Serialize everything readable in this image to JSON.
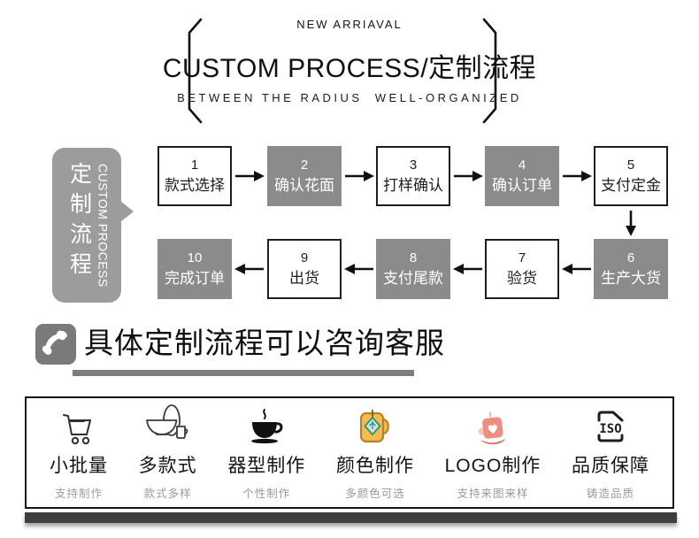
{
  "header": {
    "eyebrow": "NEW ARRIAVAL",
    "title": "CUSTOM PROCESS/定制流程",
    "subtitle": "BETWEEN THE RADIUS  WELL-ORGANIZED"
  },
  "badge": {
    "vertical_cn": "定制流程",
    "vertical_en": "CUSTOM PROCESS"
  },
  "flow": {
    "steps": [
      {
        "num": "1",
        "label": "款式选择",
        "style": "white"
      },
      {
        "num": "2",
        "label": "确认花面",
        "style": "gray"
      },
      {
        "num": "3",
        "label": "打样确认",
        "style": "white"
      },
      {
        "num": "4",
        "label": "确认订单",
        "style": "gray"
      },
      {
        "num": "5",
        "label": "支付定金",
        "style": "white"
      },
      {
        "num": "6",
        "label": "生产大货",
        "style": "gray"
      },
      {
        "num": "7",
        "label": "验货",
        "style": "white"
      },
      {
        "num": "8",
        "label": "支付尾款",
        "style": "gray"
      },
      {
        "num": "9",
        "label": "出货",
        "style": "white"
      },
      {
        "num": "10",
        "label": "完成订单",
        "style": "gray"
      }
    ]
  },
  "contact": {
    "heading": "具体定制流程可以咨询客服"
  },
  "features": {
    "items": [
      {
        "title": "小批量",
        "subtitle": "支持制作",
        "icon": "cart-icon"
      },
      {
        "title": "多款式",
        "subtitle": "款式多样",
        "icon": "tableware-icon"
      },
      {
        "title": "器型制作",
        "subtitle": "个性制作",
        "icon": "coffee-cup-icon"
      },
      {
        "title": "颜色制作",
        "subtitle": "多颜色可选",
        "icon": "colored-mug-icon"
      },
      {
        "title": "LOGO制作",
        "subtitle": "支持来图来样",
        "icon": "logo-mug-icon"
      },
      {
        "title": "品质保障",
        "subtitle": "铸造品质",
        "icon": "iso-icon"
      }
    ],
    "iso_label": "ISO"
  },
  "colors": {
    "flow_gray_box": "#8b8b8b",
    "badge_gray": "#9c9c9c",
    "phone_square_gray": "#7a7a7a",
    "underline_gray": "#7d7d7d",
    "bottom_bar_dark": "#3e3e3e",
    "mug_yellow": "#f2bd4d",
    "teabag_teal": "#2f8f7d",
    "mug_pink": "#ee8d80",
    "ink_black": "#161616"
  }
}
